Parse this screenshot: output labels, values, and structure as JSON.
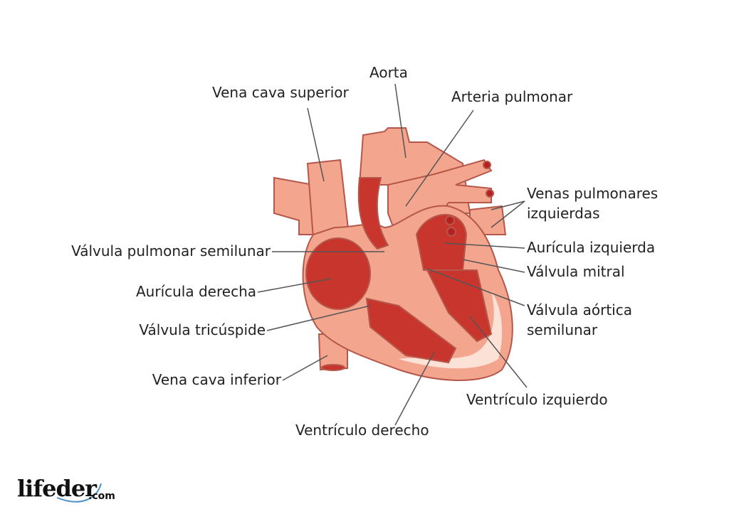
{
  "title": "Partes del corazón",
  "labels": {
    "aorta": "Aorta",
    "vena_cava_superior": "Vena cava superior",
    "arteria_pulmonar": "Arteria pulmonar",
    "venas_pulmonares_1": "Venas pulmonares",
    "venas_pulmonares_2": "izquierdas",
    "valvula_pulmonar": "Válvula pulmonar semilunar",
    "auricula_izquierda": "Aurícula izquierda",
    "valvula_mitral": "Válvula mitral",
    "valvula_aortica_1": "Válvula aórtica",
    "valvula_aortica_2": "semilunar",
    "auricula_derecha": "Aurícula derecha",
    "valvula_tricuspide": "Válvula tricúspide",
    "vena_cava_inferior": "Vena cava inferior",
    "ventriculo_izquierdo": "Ventrículo izquierdo",
    "ventriculo_derecho": "Ventrículo derecho"
  },
  "logo": {
    "name": "lifeder",
    "suffix": ".com"
  },
  "colors": {
    "tissue": "#f3a58e",
    "chamber": "#c8352c",
    "outline": "#b5574a",
    "fat": "#fbe1d6",
    "text": "#222222"
  }
}
